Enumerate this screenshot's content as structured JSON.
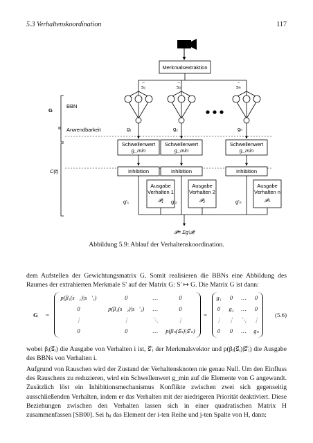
{
  "page": {
    "section_header": "5.3 Verhaltenskoordination",
    "page_number": "117"
  },
  "figure": {
    "feature_extraction": "Merkmalsextraktion",
    "vectors": [
      "s₁",
      "s₂",
      "sₙ"
    ],
    "vector_arrow": "→",
    "labels": {
      "G": "G",
      "BBN": "BBN",
      "applicability": "Anwendbarkeit",
      "C": "C(t)"
    },
    "g_labels": [
      "g₁",
      "g₂",
      "gₙ"
    ],
    "threshold_label": "Schwellenwert",
    "threshold_sub": "g_min",
    "inhibition_label": "Inhibition",
    "output_boxes": [
      {
        "line1": "Ausgabe",
        "line2": "Verhalten 1",
        "p": "𝓟₁",
        "gp": "g'₁"
      },
      {
        "line1": "Ausgabe",
        "line2": "Verhalten 2",
        "p": "𝓟₂",
        "gp": "g'₂"
      },
      {
        "line1": "Ausgabe",
        "line2": "Verhalten n",
        "p": "𝓟ₙ",
        "gp": "g'ₙ"
      }
    ],
    "sum_label": "𝓟= Σg'ᵢ𝓟ᵢ"
  },
  "caption": "Abbildung 5.9: Ablauf der Verhaltenskoordination.",
  "para1": "dem Aufstellen der Gewichtungsmatrix G. Somit realisieren die BBNs eine Abbildung des Raumes der extrahierten Merkmale S' auf der Matrix G: S' ↦ G. Die Matrix G ist dann:",
  "equation": {
    "lhs": "G",
    "eq": "=",
    "left_matrix": [
      [
        "p(β₁(s⃗₁)|s⃗'₁)",
        "0",
        "…",
        "0"
      ],
      [
        "0",
        "p(β₂(s⃗₂)|s⃗'₂)",
        "…",
        "0"
      ],
      [
        "⋮",
        "⋮",
        "⋱",
        "⋮"
      ],
      [
        "0",
        "0",
        "…",
        "p(βₙ(s⃗ₙ)|s⃗'ₙ)"
      ]
    ],
    "right_matrix": [
      [
        "g₁",
        "0",
        "…",
        "0"
      ],
      [
        "0",
        "g₂",
        "…",
        "0"
      ],
      [
        "⋮",
        "⋮",
        "⋱",
        "⋮"
      ],
      [
        "0",
        "0",
        "…",
        "gₙ"
      ]
    ],
    "number": "(5.6)"
  },
  "para2": "wobei βᵢ(s⃗ᵢ) die Ausgabe von Verhalten i ist, s⃗'ᵢ der Merkmalsvektor und p(βᵢ(s⃗ᵢ)|s⃗'ᵢ) die Ausgabe des BBNs von Verhalten i.",
  "para3": "Aufgrund von Rauschen wird der Zustand der Verhaltensknoten nie genau Null. Um den Einfluss des Rauschens zu reduzieren, wird ein Schwellenwert g_min auf die Elemente von G angewandt. Zusätzlich löst ein Inhibitionsmechanismus Konflikte zwischen zwei sich gegenseitig ausschließenden Verhalten, indem er das Verhalten mit der niedrigeren Priorität deaktiviert. Diese Beziehungen zwischen den Verhalten lassen sich in einer quadratischen Matrix H zusammenfassen [SB00]. Sei hᵢⱼ das Element der i-ten Reihe und j-ten Spalte von H, dann:"
}
